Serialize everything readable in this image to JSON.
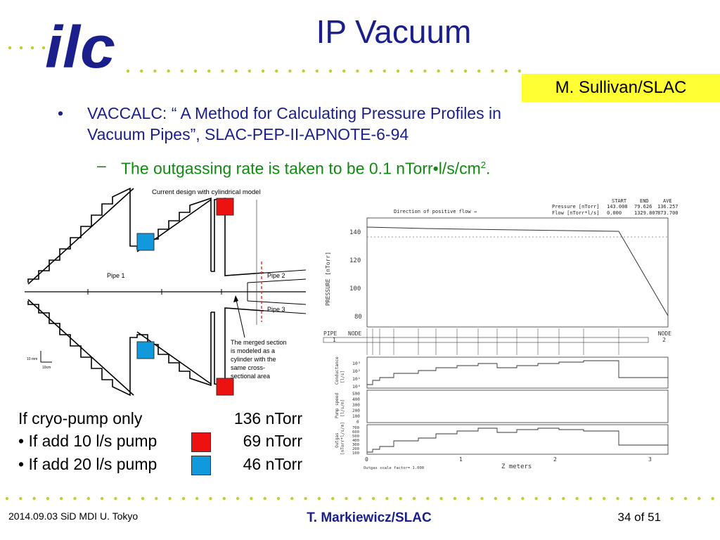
{
  "slide": {
    "logo_text": "ilc",
    "title": "IP Vacuum",
    "author": "M. Sullivan/SLAC",
    "bullet1_mark": "•",
    "bullet1_line1": "VACCALC: “ A Method for Calculating Pressure Profiles in",
    "bullet1_line2": "Vacuum Pipes”, SLAC-PEP-II-APNOTE-6-94",
    "bullet2_mark": "–",
    "bullet2_text": "The outgassing rate is taken to be 0.1 nTorr•l/s/cm",
    "bullet2_sup": "2",
    "bullet2_end": "."
  },
  "left_figure": {
    "caption": "Current design with cylindrical model",
    "pipe1": "Pipe 1",
    "pipe2": "Pipe 2",
    "pipe3": "Pipe 3",
    "note_lines": [
      "The merged section",
      "is modeled as a",
      "cylinder with the",
      "same cross-",
      "sectional area"
    ],
    "scale_10mm": "10 mm",
    "scale_10cm": "10cm"
  },
  "right_figure": {
    "header_cols": [
      "START",
      "END",
      "AVE"
    ],
    "row1_label": "Pressure [nTorr]",
    "row1_vals": [
      "143.008",
      "79.626",
      "136.257"
    ],
    "row2_label": "Flow [nTorr*l/s]",
    "row2_vals": [
      "0.000",
      "1329.807",
      "873.700"
    ],
    "direction": "Direction of positive flow  →",
    "ylabel": "PRESSURE [nTorr]",
    "yticks": [
      "140",
      "120",
      "100",
      "80"
    ],
    "pipe_label": "PIPE",
    "pipe_num1": "1",
    "node_label": "NODE",
    "node_label_right": "NODE",
    "node_num": "2",
    "cond_label": "Conductance",
    "cond_unit": "[l/s]",
    "cond_ticks": [
      "10³",
      "10²",
      "10¹",
      "10⁰"
    ],
    "pump_label": "Pump speed",
    "pump_unit": "[l/s/m]",
    "pump_ticks": [
      "500",
      "400",
      "300",
      "200",
      "100",
      "0"
    ],
    "outgas_label": "Outgas",
    "outgas_unit": "[nTorr*l/s/m]",
    "outgas_ticks": [
      "700",
      "600",
      "500",
      "400",
      "300",
      "200",
      "100"
    ],
    "xticks": [
      "0",
      "1",
      "2",
      "3"
    ],
    "xlabel": "Z meters",
    "scale_factor": "Outgas scale factor= 1.000"
  },
  "results": [
    {
      "label": "If cryo-pump only",
      "value": "136 nTorr"
    },
    {
      "label": "• If add 10 l/s pump",
      "value": "69 nTorr"
    },
    {
      "label": "• If add 20 l/s pump",
      "value": "46 nTorr"
    }
  ],
  "colors": {
    "title": "#1a1f8c",
    "green": "#118a11",
    "red_pump": "#ee1111",
    "blue_pump": "#1199dd",
    "author_bg": "#ffff33"
  },
  "footer": {
    "left": "2014.09.03 SiD MDI U. Tokyo",
    "center": "T. Markiewicz/SLAC",
    "right": "34 of 51"
  }
}
